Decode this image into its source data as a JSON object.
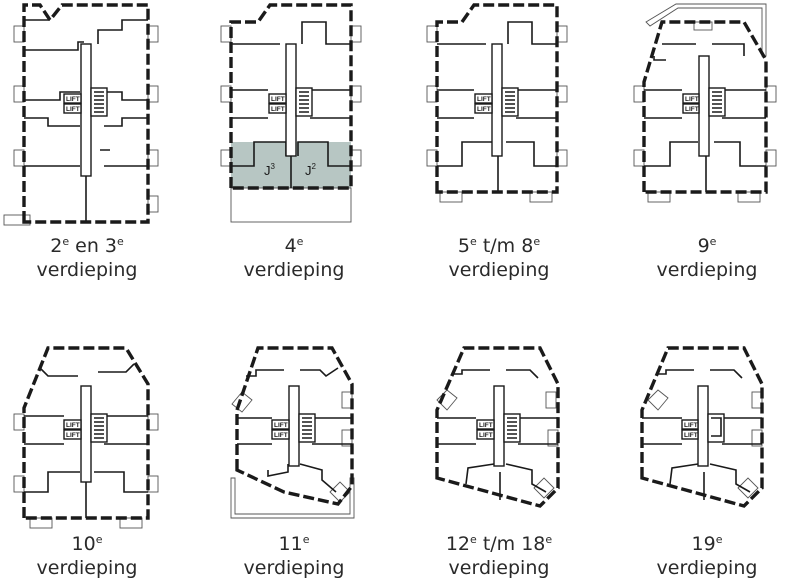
{
  "floors": [
    {
      "main": "2",
      "sup": "e",
      "rest": " en 3",
      "sup2": "e",
      "line2": "verdieping"
    },
    {
      "main": "4",
      "sup": "e",
      "rest": "",
      "sup2": "",
      "line2": "verdieping"
    },
    {
      "main": "5",
      "sup": "e",
      "rest": " t/m 8",
      "sup2": "e",
      "line2": "verdieping"
    },
    {
      "main": "9",
      "sup": "e",
      "rest": "",
      "sup2": "",
      "line2": "verdieping"
    },
    {
      "main": "10",
      "sup": "e",
      "rest": "",
      "sup2": "",
      "line2": "verdieping"
    },
    {
      "main": "11",
      "sup": "e",
      "rest": "",
      "sup2": "",
      "line2": "verdieping"
    },
    {
      "main": "12",
      "sup": "e",
      "rest": " t/m 18",
      "sup2": "e",
      "line2": "verdieping"
    },
    {
      "main": "19",
      "sup": "e",
      "rest": "",
      "sup2": "",
      "line2": "verdieping"
    }
  ],
  "core": {
    "lift_label": "LIFT"
  },
  "highlight": {
    "unit_left": "J",
    "unit_left_sup": "3",
    "unit_right": "J",
    "unit_right_sup": "2",
    "color": "#b7c6c3"
  }
}
